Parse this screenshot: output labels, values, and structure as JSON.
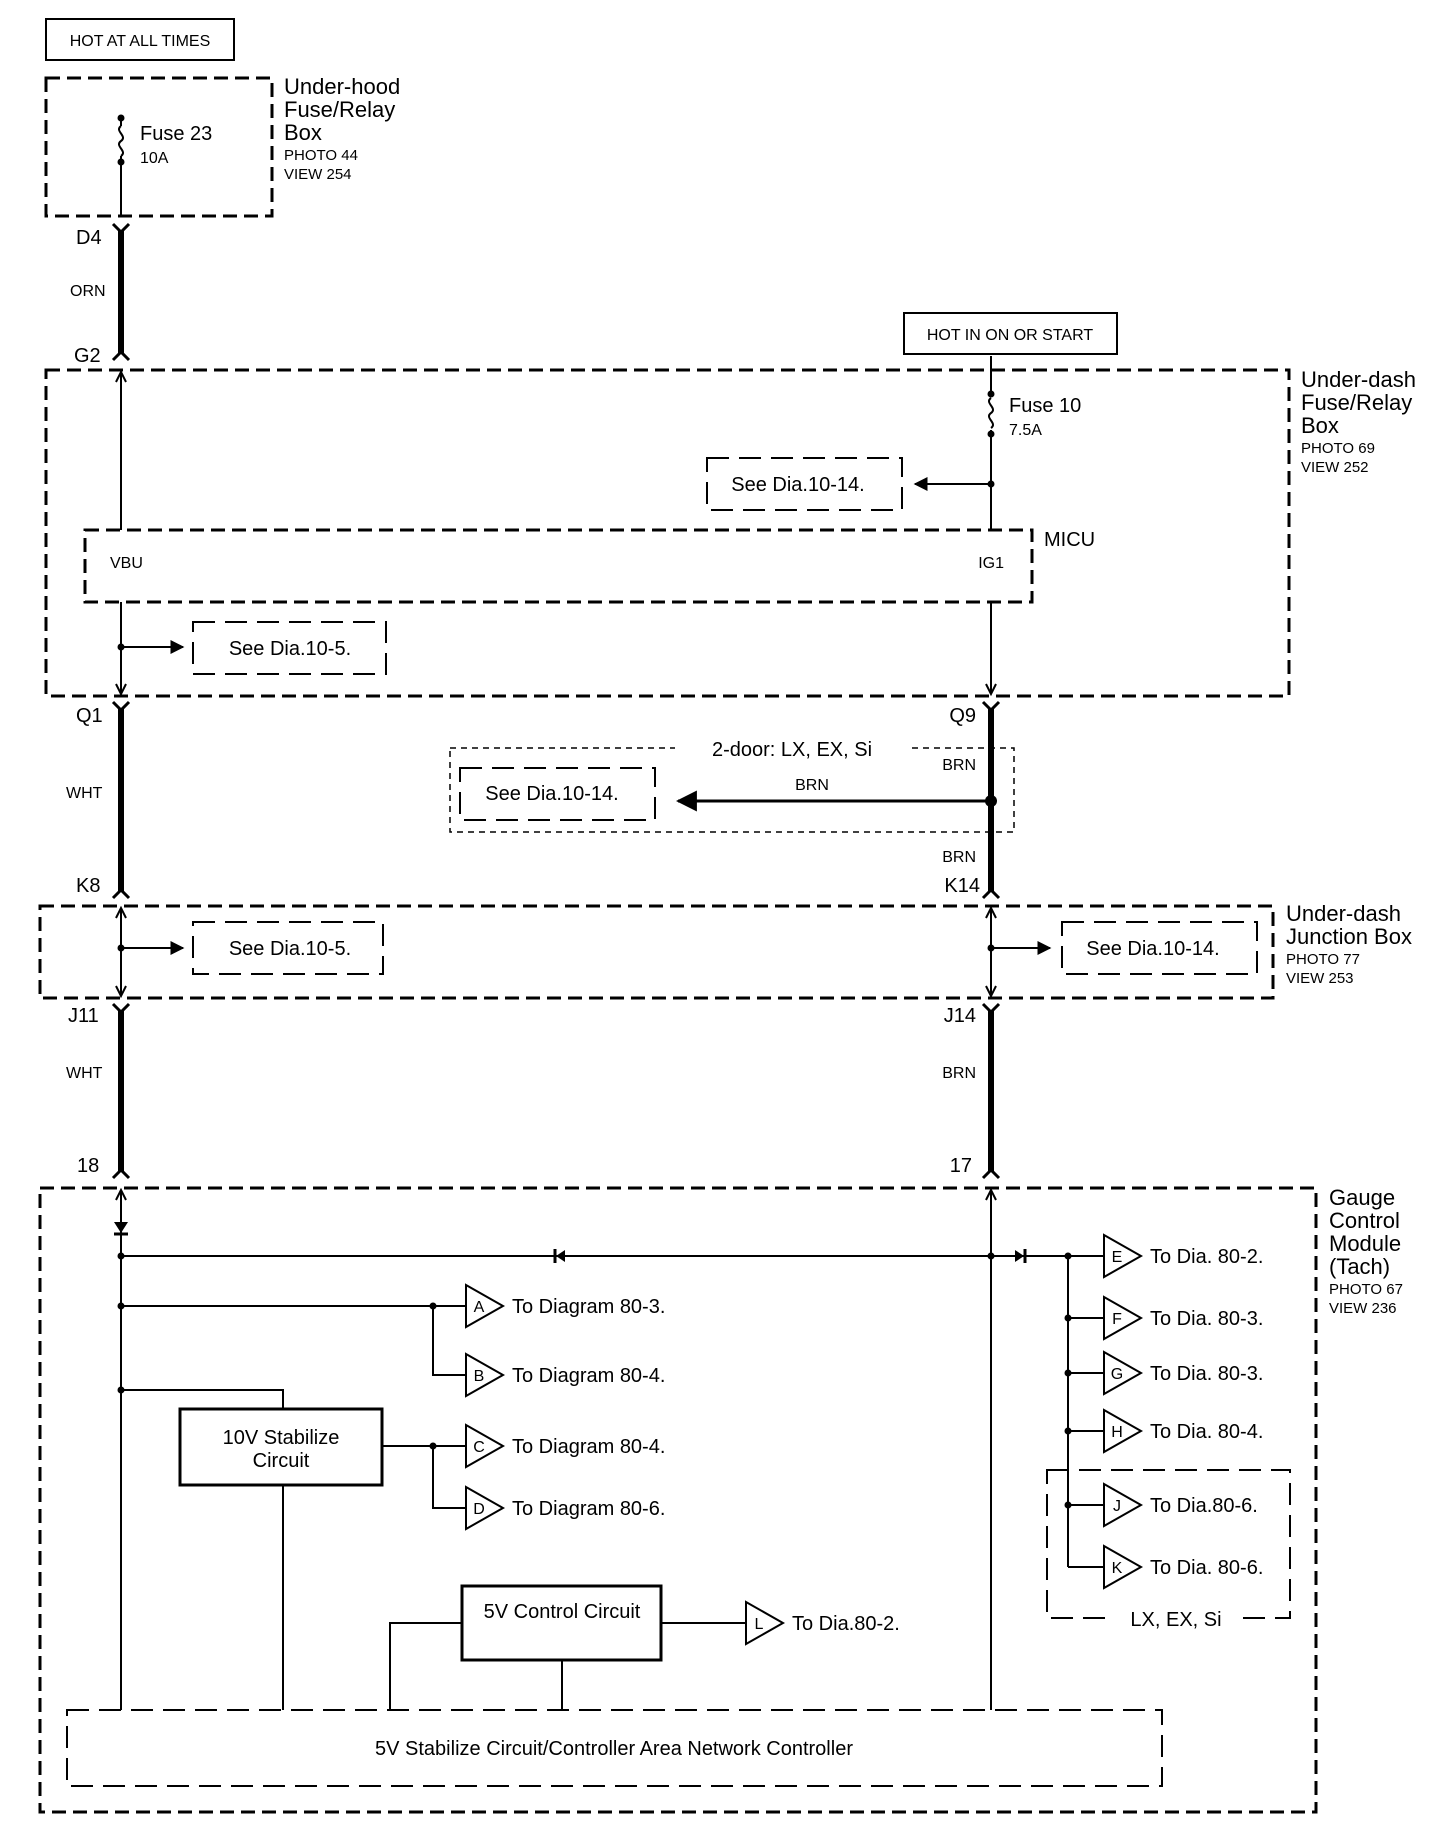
{
  "power": {
    "hot_at_all_times": "HOT AT ALL TIMES",
    "hot_in_on_or_start": "HOT IN ON OR START"
  },
  "underhood_box": {
    "name_line1": "Under-hood",
    "name_line2": "Fuse/Relay",
    "name_line3": "Box",
    "photo": "PHOTO 44",
    "view": "VIEW 254",
    "fuse_name": "Fuse 23",
    "fuse_rating": "10A"
  },
  "underdash_box": {
    "name_line1": "Under-dash",
    "name_line2": "Fuse/Relay",
    "name_line3": "Box",
    "photo": "PHOTO 69",
    "view": "VIEW 252",
    "fuse_name": "Fuse 10",
    "fuse_rating": "7.5A",
    "ref_top": "See Dia.10-14.",
    "ref_left": "See Dia.10-5.",
    "micu_label": "MICU",
    "micu_vbu": "VBU",
    "micu_ig1": "IG1"
  },
  "connectors": {
    "d4": "D4",
    "g2": "G2",
    "q1": "Q1",
    "q9": "Q9",
    "k8": "K8",
    "k14": "K14",
    "j11": "J11",
    "j14": "J14",
    "p18": "18",
    "p17": "17"
  },
  "wires": {
    "orn": "ORN",
    "wht_upper": "WHT",
    "wht_lower": "WHT",
    "brn_upper": "BRN",
    "brn_splice": "BRN",
    "brn_middle": "BRN",
    "brn_lower": "BRN"
  },
  "option_two_door": {
    "label": "2-door: LX, EX, Si",
    "ref": "See Dia.10-14."
  },
  "junction_box": {
    "name_line1": "Under-dash",
    "name_line2": "Junction Box",
    "photo": "PHOTO 77",
    "view": "VIEW 253",
    "ref_left": "See Dia.10-5.",
    "ref_right": "See Dia.10-14."
  },
  "gauge_module": {
    "name_line1": "Gauge",
    "name_line2": "Control",
    "name_line3": "Module",
    "name_line4": "(Tach)",
    "photo": "PHOTO 67",
    "view": "VIEW 236",
    "stab10_line1": "10V Stabilize",
    "stab10_line2": "Circuit",
    "ctrl5v": "5V Control Circuit",
    "can": "5V Stabilize Circuit/Controller Area Network Controller",
    "option_label": "LX, EX, Si"
  },
  "refs": [
    {
      "letter": "A",
      "text": "To Diagram 80-3."
    },
    {
      "letter": "B",
      "text": "To Diagram 80-4."
    },
    {
      "letter": "C",
      "text": "To Diagram 80-4."
    },
    {
      "letter": "D",
      "text": "To Diagram 80-6."
    },
    {
      "letter": "E",
      "text": "To Dia. 80-2."
    },
    {
      "letter": "F",
      "text": "To Dia. 80-3."
    },
    {
      "letter": "G",
      "text": "To Dia. 80-3."
    },
    {
      "letter": "H",
      "text": "To Dia. 80-4."
    },
    {
      "letter": "J",
      "text": "To Dia.80-6."
    },
    {
      "letter": "K",
      "text": "To Dia. 80-6."
    },
    {
      "letter": "L",
      "text": "To Dia.80-2."
    }
  ]
}
